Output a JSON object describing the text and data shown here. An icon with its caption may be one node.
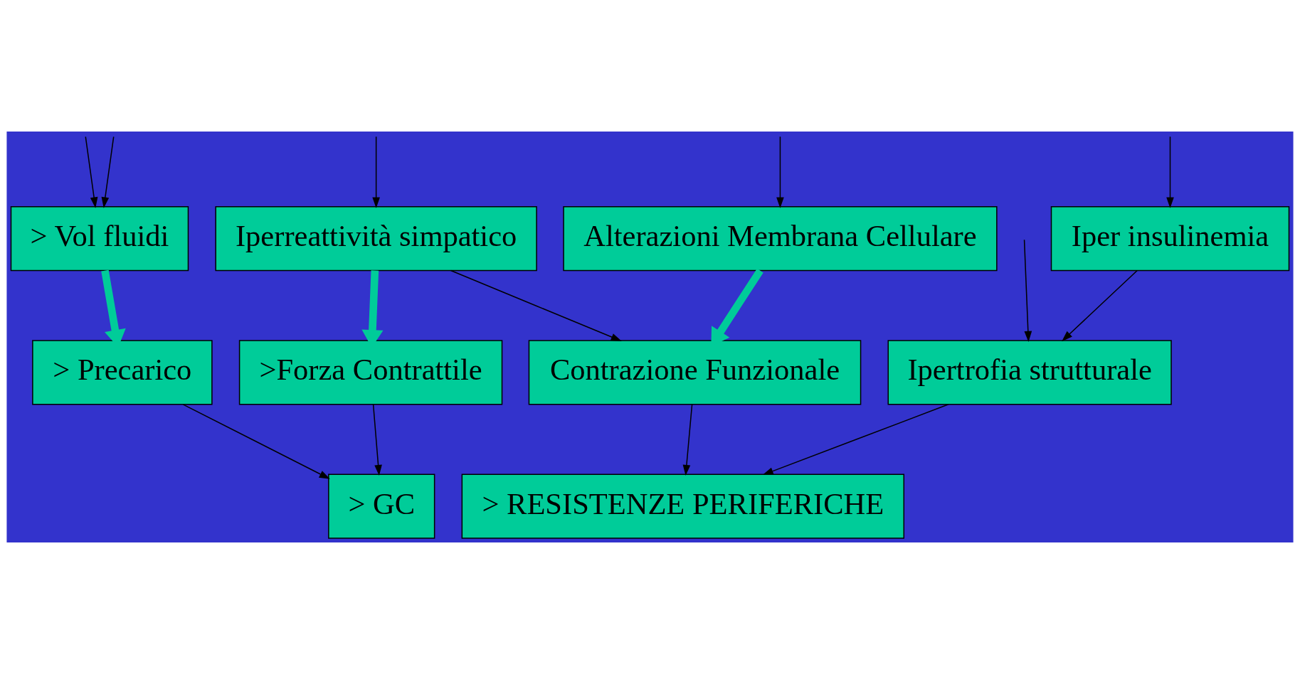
{
  "diagram": {
    "nodes": [
      {
        "text": [
          "> Vol fluidi"
        ]
      },
      {
        "text": [
          "Iperreattività simpatico"
        ]
      },
      {
        "text": [
          "Alterazioni Membrana Cellulare"
        ]
      },
      {
        "text": [
          "Iper insulinemia"
        ]
      },
      {
        "text": [
          "> Precarico"
        ]
      },
      {
        "text": [
          ">Forza Contrattile"
        ]
      },
      {
        "text": [
          "Contrazione Funzionale"
        ]
      },
      {
        "text": [
          "Ipertrofia strutturale"
        ]
      },
      {
        "text": [
          "> GC"
        ]
      },
      {
        "text": [
          "> RESISTENZE PERIFERICHE"
        ]
      }
    ],
    "edges": [
      {
        "from": null,
        "to": 0,
        "arrow": "to"
      },
      {
        "from": null,
        "to": 0,
        "arrow": "to"
      },
      {
        "from": null,
        "to": 1,
        "arrow": "to"
      },
      {
        "from": null,
        "to": 2,
        "arrow": "to"
      },
      {
        "from": null,
        "to": 7,
        "arrow": "to"
      },
      {
        "from": null,
        "to": 3,
        "arrow": "to"
      },
      {
        "from": 0,
        "to": 4,
        "arrow": "to",
        "style": "thick",
        "color": "#00cc99"
      },
      {
        "from": 1,
        "to": 5,
        "arrow": "to",
        "style": "thick",
        "color": "#00cc99"
      },
      {
        "from": 2,
        "to": 6,
        "arrow": "to",
        "style": "thick",
        "color": "#00cc99"
      },
      {
        "from": 1,
        "to": 6,
        "arrow": "to"
      },
      {
        "from": 3,
        "to": 7,
        "arrow": "to"
      },
      {
        "from": 4,
        "to": 8,
        "arrow": "to"
      },
      {
        "from": 5,
        "to": 8,
        "arrow": "to"
      },
      {
        "from": 6,
        "to": 9,
        "arrow": "to"
      },
      {
        "from": 7,
        "to": 9,
        "arrow": "to"
      }
    ]
  }
}
